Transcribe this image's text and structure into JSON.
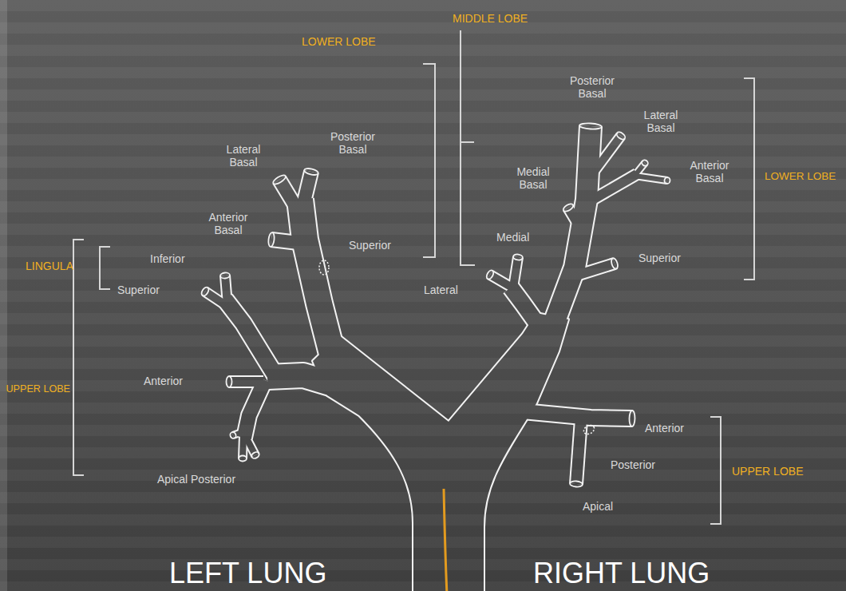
{
  "diagram": {
    "labels": [
      "MIDDLE LOBE",
      "LOWER LOBE",
      "Posterior Basal",
      "Lateral Basal",
      "Posterior Basal",
      "Lateral Basal",
      "Anterior Basal",
      "Medial Basal",
      "LOWER LOBE",
      "Anterior Basal",
      "Medial",
      "Superior",
      "Superior",
      "Inferior",
      "LINGULA",
      "Superior",
      "Lateral",
      "Anterior",
      "UPPER LOBE",
      "Anterior",
      "Posterior",
      "UPPER LOBE",
      "Apical Posterior",
      "Apical",
      "LEFT LUNG",
      "RIGHT LUNG"
    ]
  }
}
